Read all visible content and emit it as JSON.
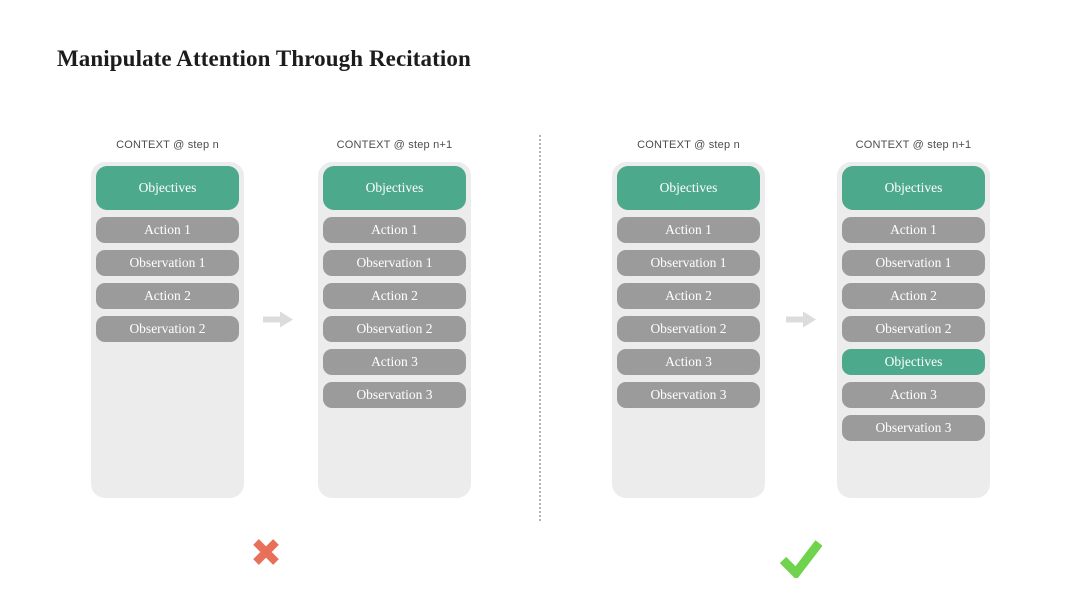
{
  "slide": {
    "title": "Manipulate Attention Through Recitation"
  },
  "colors": {
    "objective_green": "#4da98c",
    "step_gray": "#9b9b9b",
    "panel_bg": "#ececec",
    "header_text": "#4d4d4d",
    "title_text": "#1c1c1c",
    "arrow_gray": "#dcdcdc",
    "divider_gray": "#b5b5b5",
    "cross_red": "#e8705a",
    "check_green": "#70d34d",
    "pill_text": "#ffffff"
  },
  "icons": {
    "left_verdict": "cross-icon",
    "right_verdict": "check-icon",
    "transition": "arrow-right-icon"
  },
  "panels": [
    {
      "header": "CONTEXT @ step n",
      "items": [
        {
          "label": "Objectives",
          "kind": "objective",
          "tall": true
        },
        {
          "label": "Action 1",
          "kind": "step",
          "tall": false
        },
        {
          "label": "Observation 1",
          "kind": "step",
          "tall": false
        },
        {
          "label": "Action 2",
          "kind": "step",
          "tall": false
        },
        {
          "label": "Observation 2",
          "kind": "step",
          "tall": false
        }
      ]
    },
    {
      "header": "CONTEXT @ step n+1",
      "items": [
        {
          "label": "Objectives",
          "kind": "objective",
          "tall": true
        },
        {
          "label": "Action 1",
          "kind": "step",
          "tall": false
        },
        {
          "label": "Observation 1",
          "kind": "step",
          "tall": false
        },
        {
          "label": "Action 2",
          "kind": "step",
          "tall": false
        },
        {
          "label": "Observation 2",
          "kind": "step",
          "tall": false
        },
        {
          "label": "Action 3",
          "kind": "step",
          "tall": false
        },
        {
          "label": "Observation 3",
          "kind": "step",
          "tall": false
        }
      ]
    },
    {
      "header": "CONTEXT @ step n",
      "items": [
        {
          "label": "Objectives",
          "kind": "objective",
          "tall": true
        },
        {
          "label": "Action 1",
          "kind": "step",
          "tall": false
        },
        {
          "label": "Observation 1",
          "kind": "step",
          "tall": false
        },
        {
          "label": "Action 2",
          "kind": "step",
          "tall": false
        },
        {
          "label": "Observation 2",
          "kind": "step",
          "tall": false
        },
        {
          "label": "Action 3",
          "kind": "step",
          "tall": false
        },
        {
          "label": "Observation 3",
          "kind": "step",
          "tall": false
        }
      ]
    },
    {
      "header": "CONTEXT @ step n+1",
      "items": [
        {
          "label": "Objectives",
          "kind": "objective",
          "tall": true
        },
        {
          "label": "Action 1",
          "kind": "step",
          "tall": false
        },
        {
          "label": "Observation 1",
          "kind": "step",
          "tall": false
        },
        {
          "label": "Action 2",
          "kind": "step",
          "tall": false
        },
        {
          "label": "Observation 2",
          "kind": "step",
          "tall": false
        },
        {
          "label": "Objectives",
          "kind": "objective",
          "tall": false
        },
        {
          "label": "Action 3",
          "kind": "step",
          "tall": false
        },
        {
          "label": "Observation 3",
          "kind": "step",
          "tall": false
        }
      ]
    }
  ]
}
